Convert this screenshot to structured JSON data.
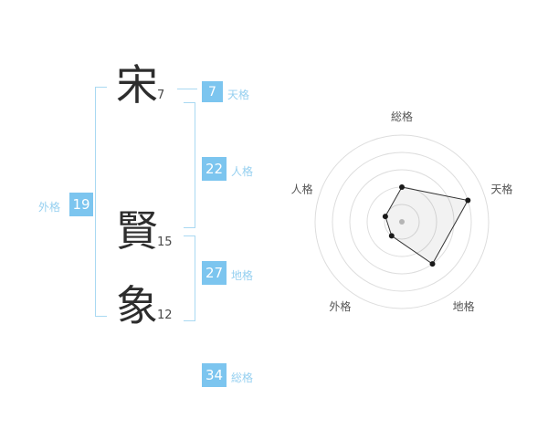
{
  "name_analysis": {
    "characters": [
      {
        "char": "宋",
        "strokes": "7"
      },
      {
        "char": "賢",
        "strokes": "15"
      },
      {
        "char": "象",
        "strokes": "12"
      }
    ],
    "kaku": {
      "tenkaku": {
        "value": "7",
        "label": "天格"
      },
      "jinkaku": {
        "value": "22",
        "label": "人格"
      },
      "chikaku": {
        "value": "27",
        "label": "地格"
      },
      "gaikaku": {
        "value": "19",
        "label": "外格"
      },
      "soukaku": {
        "value": "34",
        "label": "総格"
      }
    }
  },
  "colors": {
    "badge_blue": "#7cc5ef",
    "label_blue": "#96d0f0",
    "bracket_blue": "#a9d9f2",
    "text_dark": "#2d2d2d",
    "ring_gray": "#dddddd",
    "polygon_line": "#333333",
    "center_dot": "#b5b5b5",
    "axis_label": "#555555"
  },
  "chart_data": {
    "type": "radar",
    "axes": [
      "総格",
      "天格",
      "地格",
      "外格",
      "人格"
    ],
    "values": [
      2,
      4,
      3,
      1,
      1
    ],
    "max": 5,
    "rings": 5,
    "grid": "concentric-circles",
    "legend": "none"
  }
}
